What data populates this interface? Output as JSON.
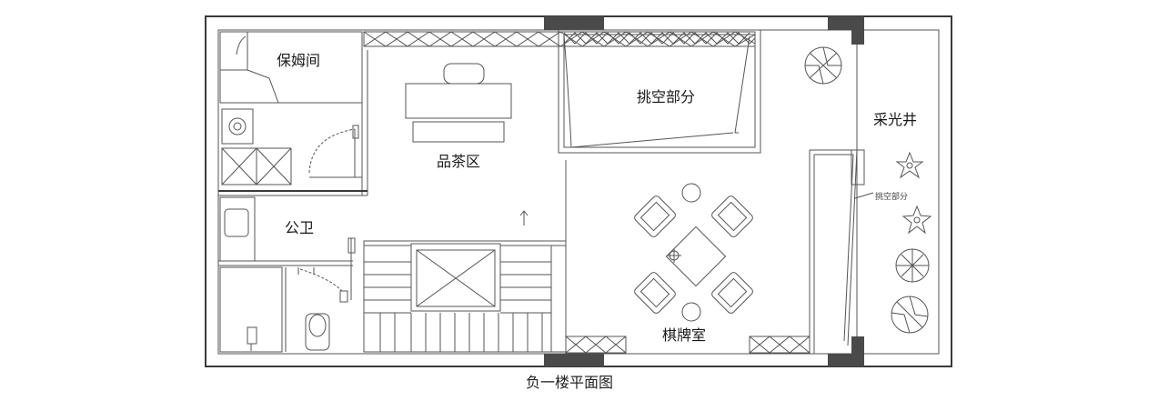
{
  "rooms": {
    "nanny_room": "保姆间",
    "tea_area": "品茶区",
    "void_area": "挑空部分",
    "lightwell": "采光井",
    "public_toilet": "公卫",
    "chess_room": "棋牌室"
  },
  "annotations": {
    "void_note": "挑空部分"
  },
  "caption": "负一楼平面图"
}
